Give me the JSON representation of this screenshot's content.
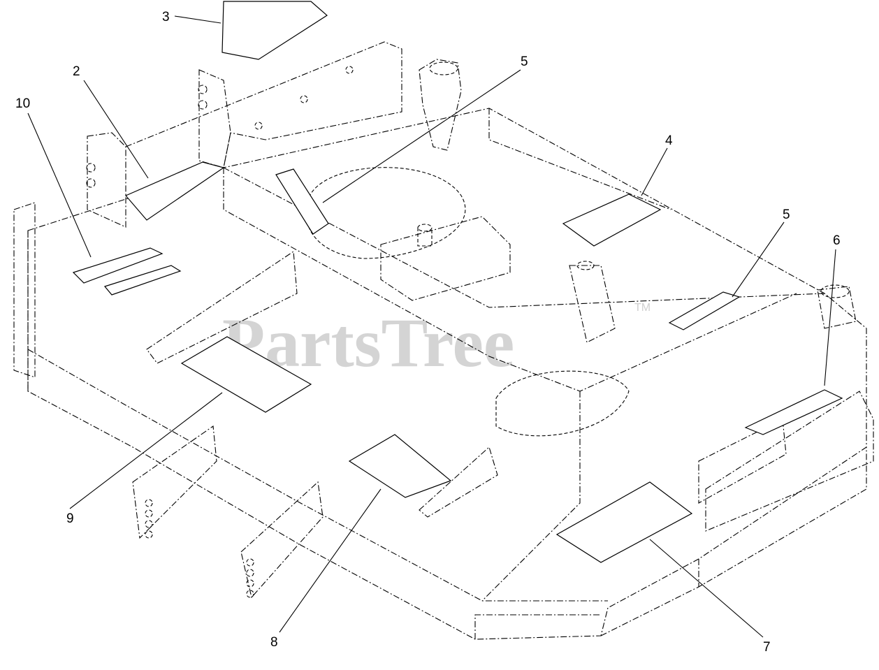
{
  "watermark": {
    "text": "PartsTree",
    "trademark": "TM"
  },
  "callouts": [
    {
      "id": "c3",
      "label": "3"
    },
    {
      "id": "c2",
      "label": "2"
    },
    {
      "id": "c10",
      "label": "10"
    },
    {
      "id": "c5a",
      "label": "5"
    },
    {
      "id": "c4",
      "label": "4"
    },
    {
      "id": "c5b",
      "label": "5"
    },
    {
      "id": "c6",
      "label": "6"
    },
    {
      "id": "c9",
      "label": "9"
    },
    {
      "id": "c8",
      "label": "8"
    },
    {
      "id": "c7",
      "label": "7"
    }
  ]
}
